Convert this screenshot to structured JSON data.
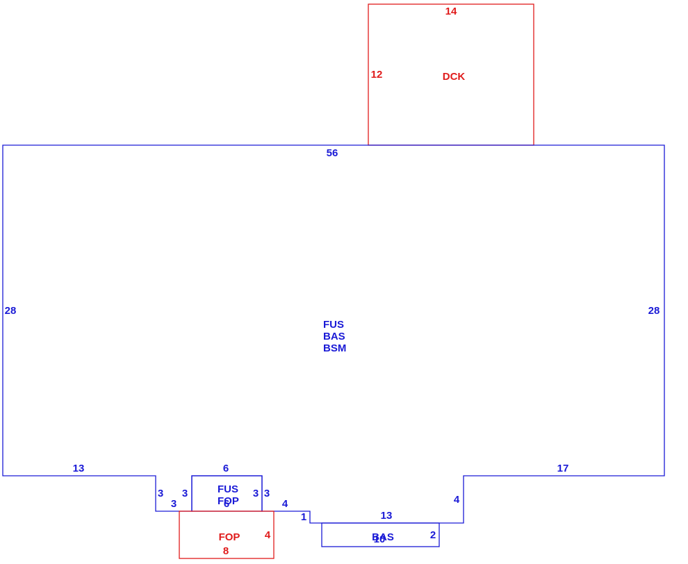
{
  "main_area": {
    "labels": [
      "FUS",
      "BAS",
      "BSM"
    ],
    "dims": {
      "top": "56",
      "left": "28",
      "right": "28",
      "bottom_left": "13",
      "bottom_right": "17",
      "step_left_a": "3",
      "step_left_b": "3",
      "step_left_c": "3",
      "porch_top": "6",
      "porch_right_side": "3",
      "step_right_a": "4",
      "step_right_b": "1",
      "notch_top": "13",
      "notch_right": "4"
    }
  },
  "deck": {
    "label": "DCK",
    "dims": {
      "top": "14",
      "side": "12"
    }
  },
  "upper_porch": {
    "labels": [
      "FUS",
      "FOP"
    ],
    "dims": {
      "bottom": "6"
    }
  },
  "front_porch": {
    "label": "FOP",
    "dims": {
      "right": "4",
      "bottom": "8"
    }
  },
  "bay": {
    "label": "BAS",
    "dims": {
      "side": "2",
      "bottom": "10"
    }
  }
}
